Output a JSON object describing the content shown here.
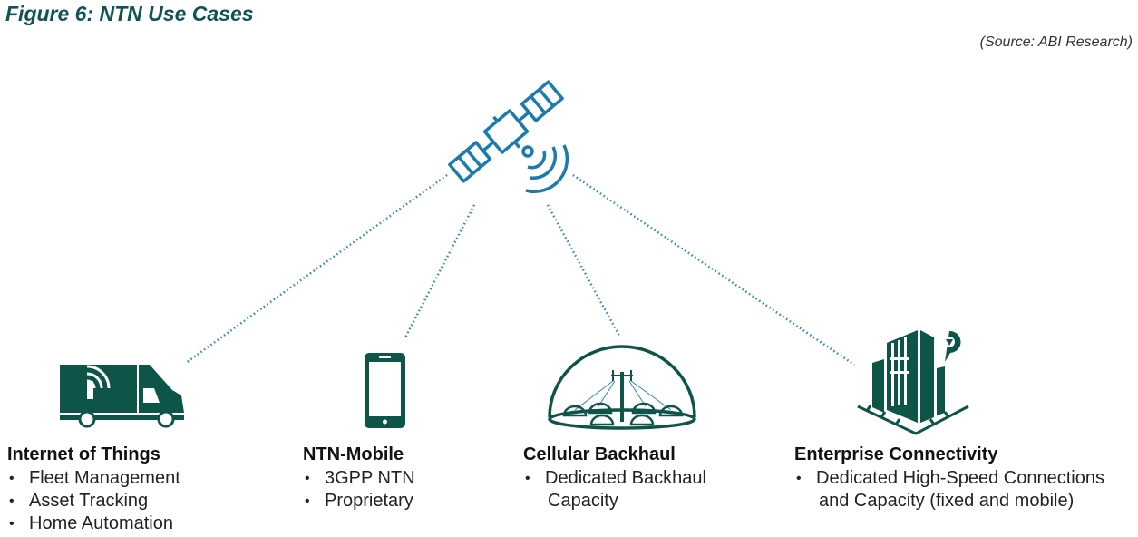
{
  "figure": {
    "title": "Figure 6: NTN Use Cases",
    "source": "(Source: ABI Research)"
  },
  "center": {
    "icon": "satellite-icon"
  },
  "use_cases": [
    {
      "icon": "truck-icon",
      "heading": "Internet of Things",
      "items": [
        "Fleet Management",
        "Asset Tracking",
        "Home Automation"
      ]
    },
    {
      "icon": "smartphone-icon",
      "heading": "NTN-Mobile",
      "items": [
        "3GPP NTN",
        "Proprietary"
      ]
    },
    {
      "icon": "cell-tower-dome-icon",
      "heading": "Cellular Backhaul",
      "items": [
        "Dedicated Backhaul",
        "Capacity"
      ]
    },
    {
      "icon": "building-location-icon",
      "heading": "Enterprise Connectivity",
      "items": [
        "Dedicated High-Speed Connections",
        "and Capacity (fixed and mobile)"
      ]
    }
  ],
  "colors": {
    "title": "#0f5257",
    "icon_dark": "#0d5449",
    "satellite": "#1a7bb0",
    "link": "#2a86c0"
  }
}
